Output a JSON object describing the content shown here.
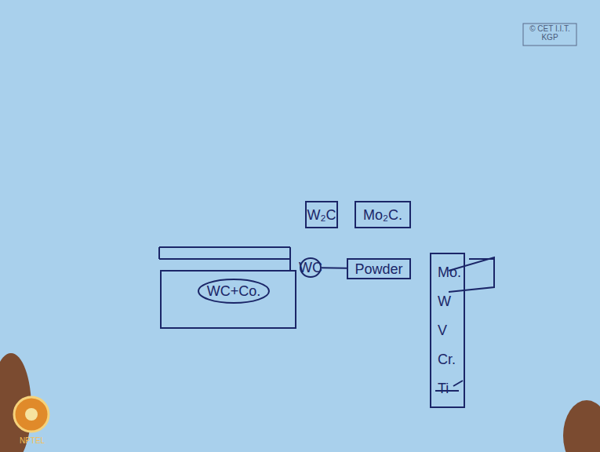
{
  "diagram": {
    "nodes": [
      {
        "text": [
          "W₂C"
        ]
      },
      {
        "text": [
          "Mo₂C."
        ]
      },
      {
        "text": [
          "WC+Co."
        ]
      },
      {
        "text": [
          "WC"
        ]
      },
      {
        "text": [
          "Powder"
        ]
      },
      {
        "text": [
          "Mo.",
          "W",
          "V",
          "Cr.",
          "Ti"
        ]
      }
    ],
    "edges": [
      {
        "from": 3,
        "to": 4,
        "arrow": "none"
      }
    ],
    "labels": [
      "© CET I.I.T. KGP",
      "NPTEL"
    ]
  }
}
